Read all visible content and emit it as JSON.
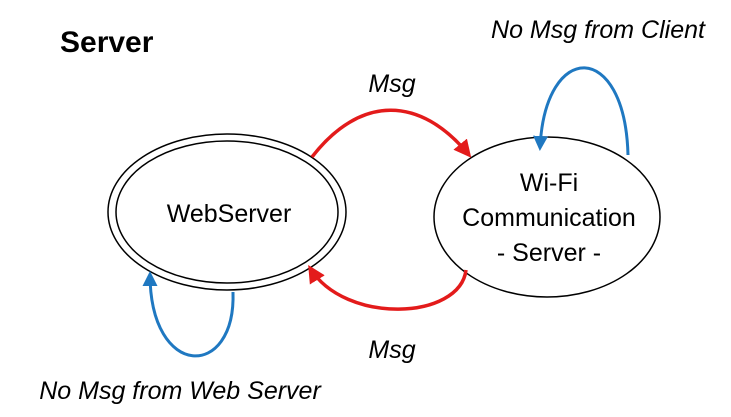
{
  "title": "Server",
  "states": {
    "webserver": {
      "label": "WebServer"
    },
    "wifi": {
      "label_lines": [
        "Wi-Fi",
        "Communication",
        "- Server -"
      ]
    }
  },
  "transitions": {
    "web_to_wifi": {
      "label": "Msg",
      "color": "#e31b1b"
    },
    "wifi_to_web": {
      "label": "Msg",
      "color": "#e31b1b"
    },
    "wifi_self": {
      "label": "No Msg from Client",
      "color": "#1f78c1"
    },
    "web_self": {
      "label": "No Msg from Web Server",
      "color": "#1f78c1"
    }
  }
}
